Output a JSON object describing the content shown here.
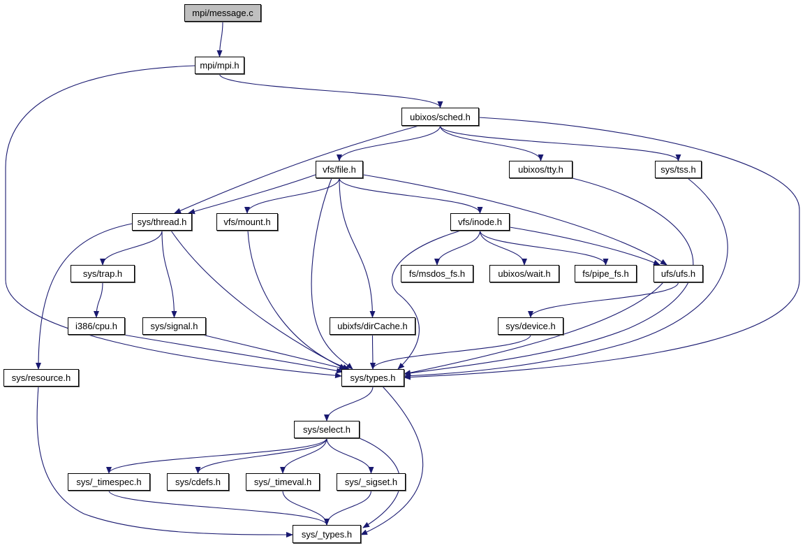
{
  "graph": {
    "edge_color": "#191970",
    "root_fill": "#bfbfbf",
    "nodes": [
      {
        "id": "message_c",
        "label": "mpi/message.c",
        "root": true
      },
      {
        "id": "mpi_h",
        "label": "mpi/mpi.h"
      },
      {
        "id": "sched_h",
        "label": "ubixos/sched.h"
      },
      {
        "id": "file_h",
        "label": "vfs/file.h"
      },
      {
        "id": "tty_h",
        "label": "ubixos/tty.h"
      },
      {
        "id": "tss_h",
        "label": "sys/tss.h"
      },
      {
        "id": "thread_h",
        "label": "sys/thread.h"
      },
      {
        "id": "mount_h",
        "label": "vfs/mount.h"
      },
      {
        "id": "inode_h",
        "label": "vfs/inode.h"
      },
      {
        "id": "trap_h",
        "label": "sys/trap.h"
      },
      {
        "id": "msdos_h",
        "label": "fs/msdos_fs.h"
      },
      {
        "id": "wait_h",
        "label": "ubixos/wait.h"
      },
      {
        "id": "pipe_h",
        "label": "fs/pipe_fs.h"
      },
      {
        "id": "ufs_h",
        "label": "ufs/ufs.h"
      },
      {
        "id": "cpu_h",
        "label": "i386/cpu.h"
      },
      {
        "id": "signal_h",
        "label": "sys/signal.h"
      },
      {
        "id": "dircache_h",
        "label": "ubixfs/dirCache.h"
      },
      {
        "id": "device_h",
        "label": "sys/device.h"
      },
      {
        "id": "resource_h",
        "label": "sys/resource.h"
      },
      {
        "id": "types_h",
        "label": "sys/types.h"
      },
      {
        "id": "select_h",
        "label": "sys/select.h"
      },
      {
        "id": "timespec_h",
        "label": "sys/_timespec.h"
      },
      {
        "id": "cdefs_h",
        "label": "sys/cdefs.h"
      },
      {
        "id": "timeval_h",
        "label": "sys/_timeval.h"
      },
      {
        "id": "sigset_h",
        "label": "sys/_sigset.h"
      },
      {
        "id": "_types_h",
        "label": "sys/_types.h"
      }
    ],
    "edges": [
      [
        "message_c",
        "mpi_h"
      ],
      [
        "mpi_h",
        "sched_h"
      ],
      [
        "mpi_h",
        "types_h"
      ],
      [
        "sched_h",
        "file_h"
      ],
      [
        "sched_h",
        "thread_h"
      ],
      [
        "sched_h",
        "tty_h"
      ],
      [
        "sched_h",
        "tss_h"
      ],
      [
        "sched_h",
        "types_h"
      ],
      [
        "file_h",
        "thread_h"
      ],
      [
        "file_h",
        "mount_h"
      ],
      [
        "file_h",
        "inode_h"
      ],
      [
        "file_h",
        "ufs_h"
      ],
      [
        "file_h",
        "dircache_h"
      ],
      [
        "file_h",
        "types_h"
      ],
      [
        "thread_h",
        "trap_h"
      ],
      [
        "thread_h",
        "signal_h"
      ],
      [
        "thread_h",
        "types_h"
      ],
      [
        "thread_h",
        "resource_h"
      ],
      [
        "mount_h",
        "types_h"
      ],
      [
        "inode_h",
        "msdos_h"
      ],
      [
        "inode_h",
        "wait_h"
      ],
      [
        "inode_h",
        "pipe_h"
      ],
      [
        "inode_h",
        "ufs_h"
      ],
      [
        "inode_h",
        "types_h"
      ],
      [
        "tty_h",
        "types_h"
      ],
      [
        "tss_h",
        "types_h"
      ],
      [
        "trap_h",
        "cpu_h"
      ],
      [
        "ufs_h",
        "device_h"
      ],
      [
        "ufs_h",
        "types_h"
      ],
      [
        "cpu_h",
        "types_h"
      ],
      [
        "signal_h",
        "types_h"
      ],
      [
        "dircache_h",
        "types_h"
      ],
      [
        "device_h",
        "types_h"
      ],
      [
        "resource_h",
        "_types_h"
      ],
      [
        "types_h",
        "select_h"
      ],
      [
        "types_h",
        "_types_h"
      ],
      [
        "select_h",
        "timespec_h"
      ],
      [
        "select_h",
        "cdefs_h"
      ],
      [
        "select_h",
        "timeval_h"
      ],
      [
        "select_h",
        "sigset_h"
      ],
      [
        "select_h",
        "_types_h"
      ],
      [
        "timespec_h",
        "_types_h"
      ],
      [
        "timeval_h",
        "_types_h"
      ],
      [
        "sigset_h",
        "_types_h"
      ]
    ]
  }
}
